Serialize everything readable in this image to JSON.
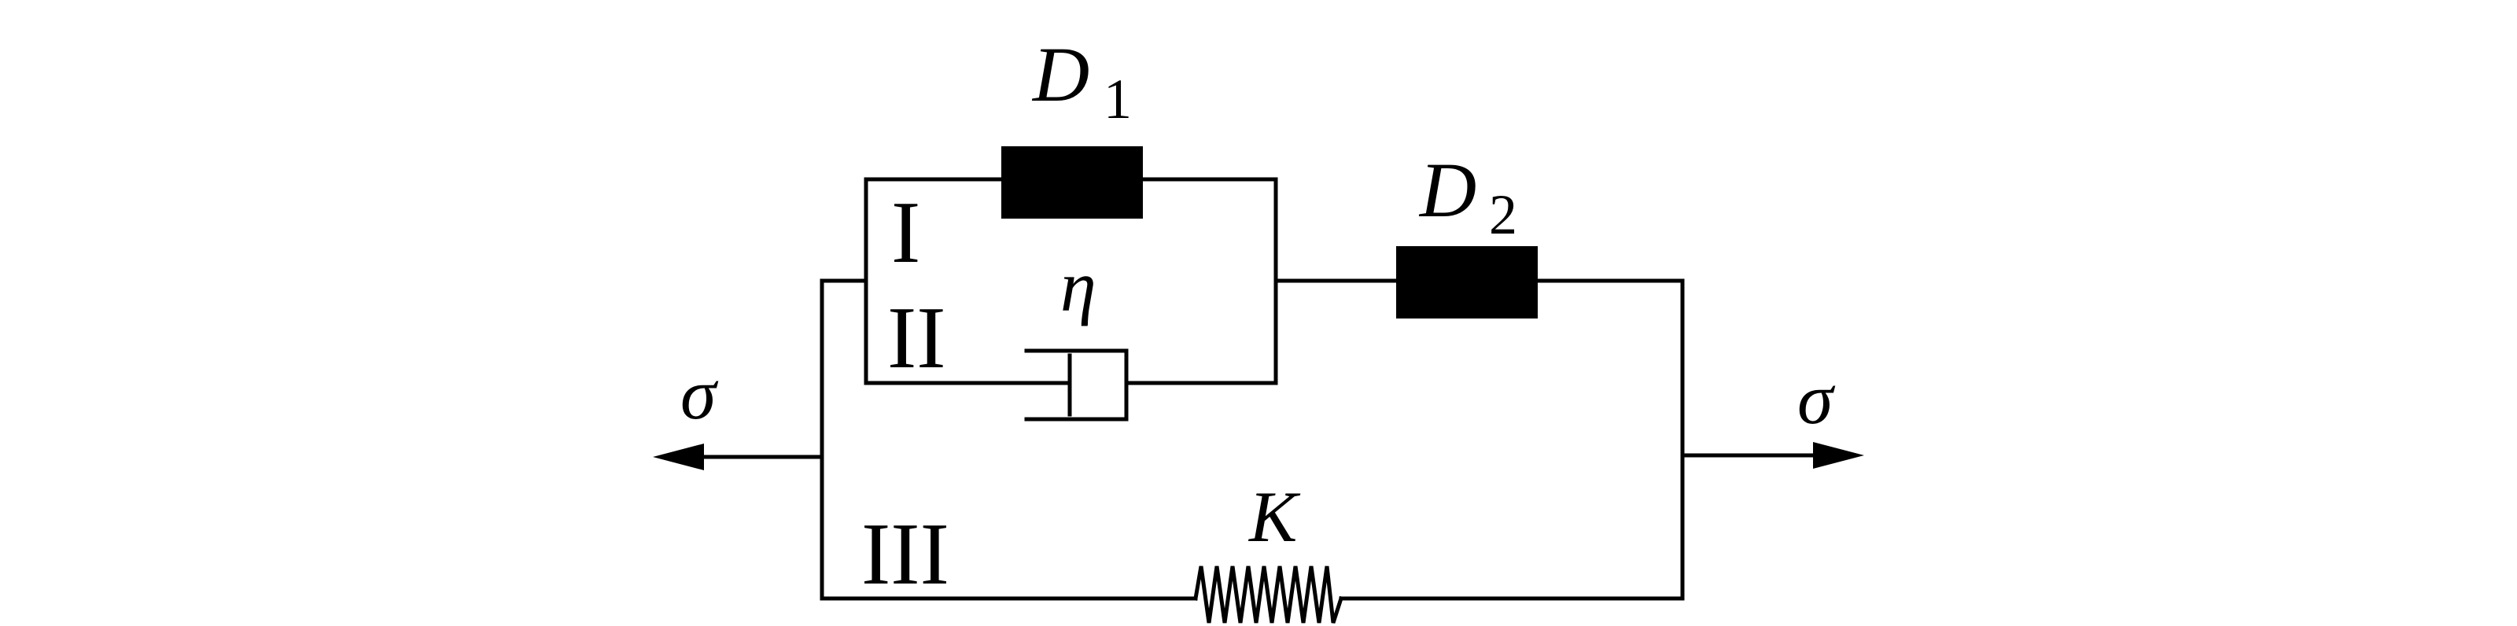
{
  "labels": {
    "stress_left": "σ",
    "stress_right": "σ",
    "damage_1_symbol": "D",
    "damage_1_subscript": "1",
    "damage_2_symbol": "D",
    "damage_2_subscript": "2",
    "viscosity": "η",
    "spring": "K",
    "branch_1": "I",
    "branch_2": "II",
    "branch_3": "III"
  },
  "colors": {
    "line": "#000000",
    "background": "#ffffff"
  }
}
